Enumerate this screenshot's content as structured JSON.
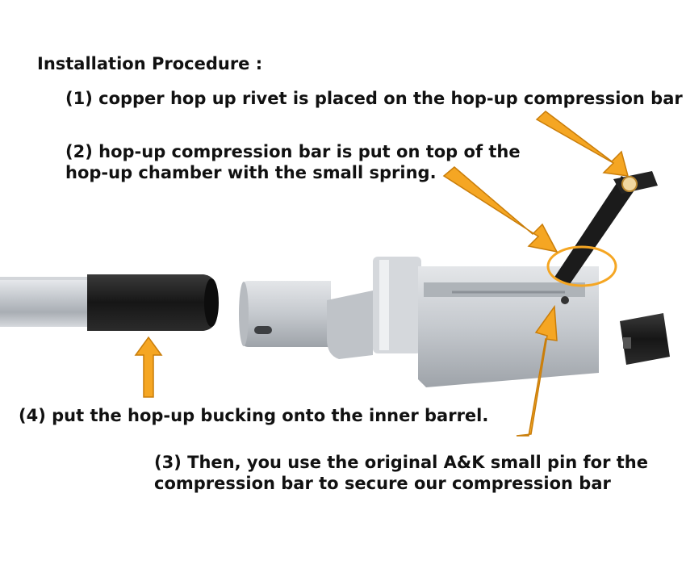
{
  "heading": "Installation Procedure :",
  "steps": {
    "step1": [
      "(1) copper hop up rivet is placed on the hop-up compression bar"
    ],
    "step2": [
      "(2) hop-up compression bar is put on top of the",
      "hop-up chamber with the small spring."
    ],
    "step3": [
      "(3) Then, you use the original A&K small pin for the",
      "compression bar to secure our compression bar"
    ],
    "step4": [
      "(4) put the hop-up bucking onto the inner barrel."
    ]
  },
  "colors": {
    "arrow": "#f5a623",
    "arrow_outline": "#c97d0a",
    "metal": "#c9ccd0",
    "bucking": "#1c1c1c",
    "text": "#111111"
  },
  "icons": [
    "arrow-icon",
    "highlight-circle-icon"
  ]
}
